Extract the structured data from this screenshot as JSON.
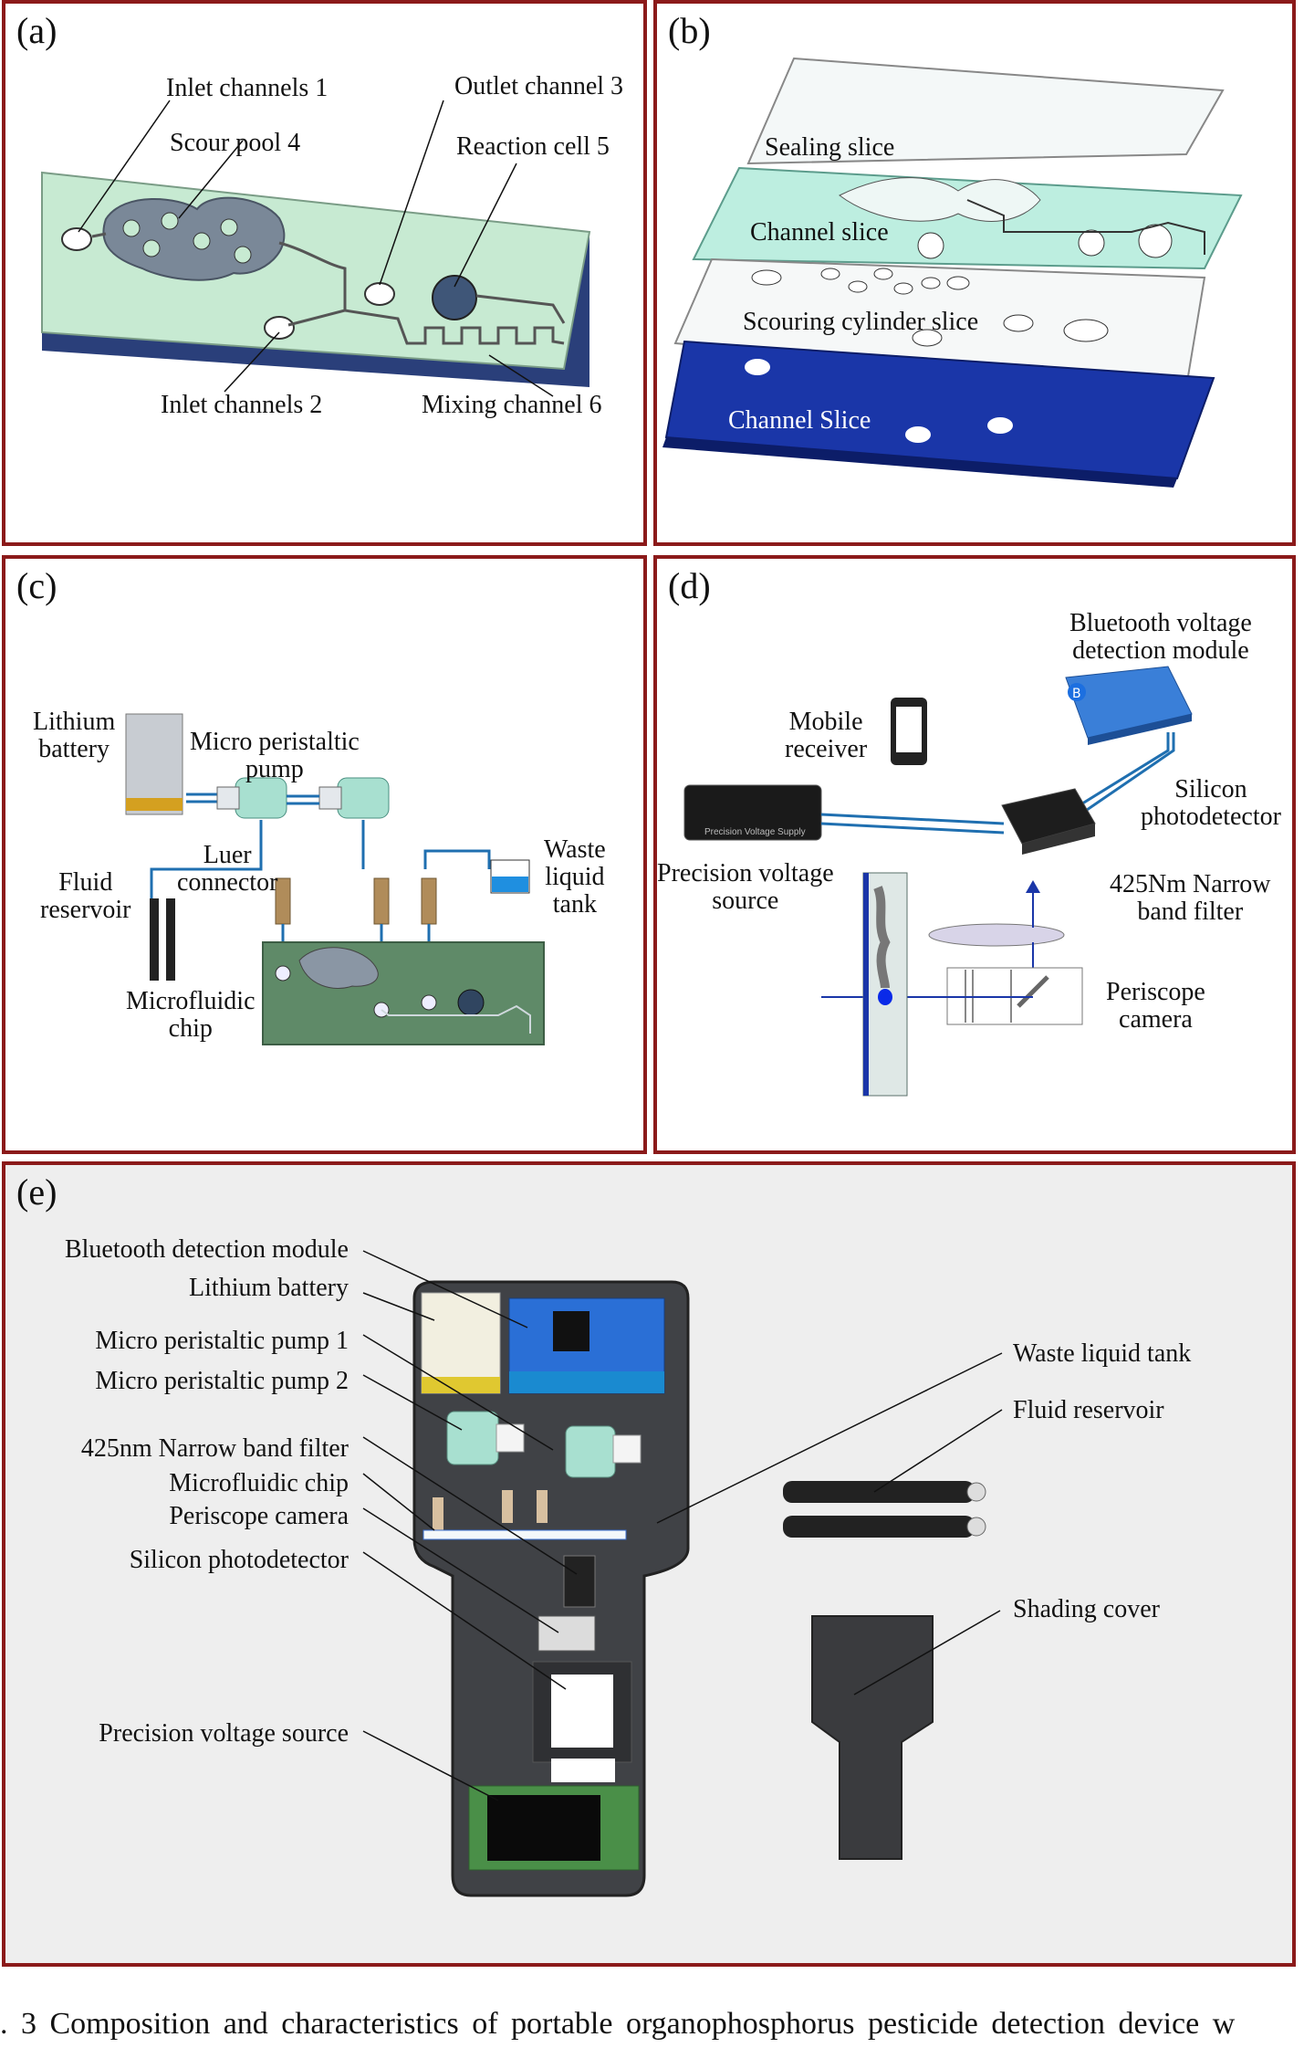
{
  "panels": {
    "a": {
      "tag": "(a)",
      "labels": {
        "inlet1": "Inlet channels 1",
        "outlet3": "Outlet channel 3",
        "scour4": "Scour pool 4",
        "reaction5": "Reaction cell 5",
        "inlet2": "Inlet channels 2",
        "mixing6": "Mixing channel 6"
      }
    },
    "b": {
      "tag": "(b)",
      "labels": {
        "sealing": "Sealing slice",
        "channel": "Channel slice",
        "scouring": "Scouring cylinder slice",
        "channel_bottom": "Channel Slice"
      }
    },
    "c": {
      "tag": "(c)",
      "labels": {
        "lithium_l1": "Lithium",
        "lithium_l2": "battery",
        "pump_l1": "Micro peristaltic",
        "pump_l2": "pump",
        "luer_l1": "Luer",
        "luer_l2": "connector",
        "fluid_l1": "Fluid",
        "fluid_l2": "reservoir",
        "waste_l1": "Waste",
        "waste_l2": "liquid",
        "waste_l3": "tank",
        "chip_l1": "Microfluidic",
        "chip_l2": "chip"
      }
    },
    "d": {
      "tag": "(d)",
      "labels": {
        "bt_l1": "Bluetooth voltage",
        "bt_l2": "detection module",
        "mobile_l1": "Mobile",
        "mobile_l2": "receiver",
        "silicon_l1": "Silicon",
        "silicon_l2": "photodetector",
        "filter_l1": "425Nm Narrow",
        "filter_l2": "band filter",
        "pvs_l1": "Precision voltage",
        "pvs_l2": "source",
        "periscope_l1": "Periscope",
        "periscope_l2": "camera",
        "device_text": "Precision Voltage Supply"
      }
    },
    "e": {
      "tag": "(e)",
      "left_labels": [
        "Bluetooth detection module",
        "Lithium battery",
        "Micro peristaltic pump 1",
        "Micro peristaltic pump 2",
        "425nm Narrow band filter",
        "Microfluidic chip",
        "Periscope camera",
        "Silicon photodetector",
        "Precision voltage source"
      ],
      "right_labels": {
        "waste": "Waste liquid tank",
        "fluid": "Fluid reservoir",
        "cover": "Shading cover"
      }
    }
  },
  "caption": ". 3 Composition and characteristics of portable organophosphorus pesticide detection device w",
  "colors": {
    "frame": "#8b1a1a",
    "chip_green": "#c8e8cf",
    "channel_blue": "#1e3a9a",
    "teal": "#a8e0d0"
  }
}
